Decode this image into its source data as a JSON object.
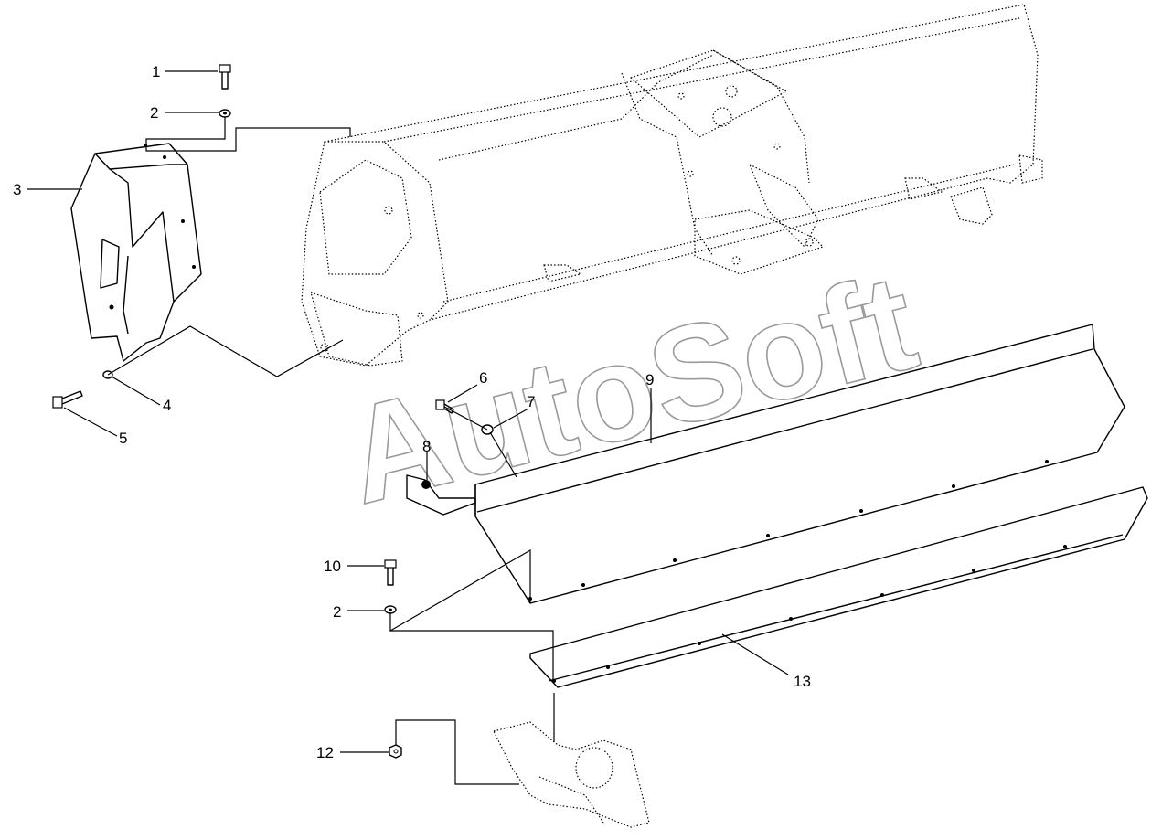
{
  "diagram": {
    "callouts": [
      "1",
      "2",
      "3",
      "4",
      "5",
      "6",
      "7",
      "8",
      "9",
      "10",
      "2",
      "12",
      "13"
    ],
    "watermark": "AutoSoft"
  }
}
